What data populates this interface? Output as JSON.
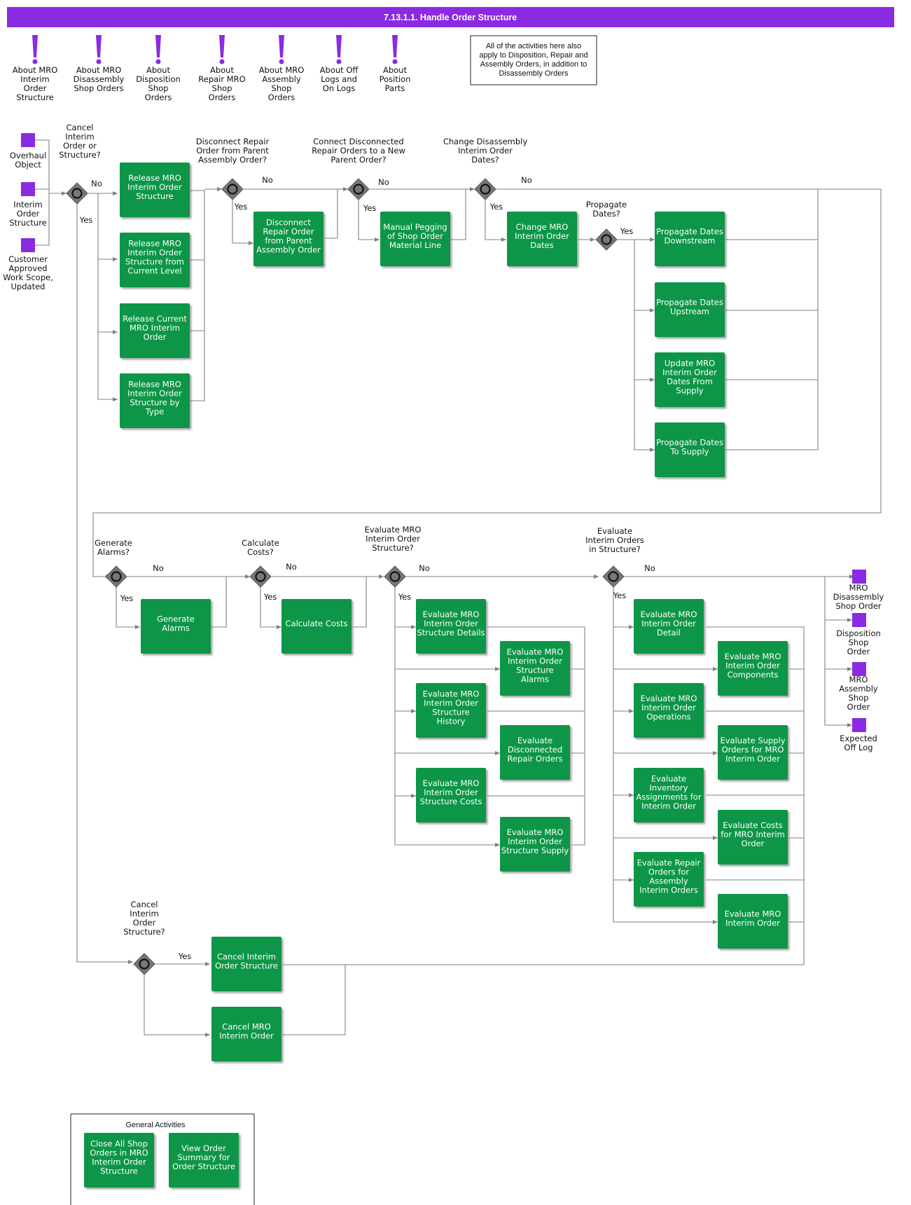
{
  "title": "7.13.1.1. Handle Order Structure",
  "colors": {
    "header": "#8a2be2",
    "activity": "#079646",
    "event": "#8a2be2",
    "gateway": "#777777",
    "flow": "#808080"
  },
  "note": [
    "All of the activities here also",
    "apply to Disposition, Repair and",
    "Assembly Orders, in addition to",
    "Disassembly Orders"
  ],
  "about_links": [
    {
      "icon": "exclamation-icon",
      "lines": [
        "About MRO",
        "Interim",
        "Order",
        "Structure"
      ]
    },
    {
      "icon": "exclamation-icon",
      "lines": [
        "About MRO",
        "Disassembly",
        "Shop Orders"
      ]
    },
    {
      "icon": "exclamation-icon",
      "lines": [
        "About",
        "Disposition",
        "Shop",
        "Orders"
      ]
    },
    {
      "icon": "exclamation-icon",
      "lines": [
        "About",
        "Repair MRO",
        "Shop",
        "Orders"
      ]
    },
    {
      "icon": "exclamation-icon",
      "lines": [
        "About MRO",
        "Assembly",
        "Shop",
        "Orders"
      ]
    },
    {
      "icon": "exclamation-icon",
      "lines": [
        "About Off",
        "Logs and",
        "On Logs"
      ]
    },
    {
      "icon": "exclamation-icon",
      "lines": [
        "About",
        "Position",
        "Parts"
      ]
    }
  ],
  "start_events": [
    {
      "lines": [
        "Overhaul",
        "Object"
      ]
    },
    {
      "lines": [
        "Interim",
        "Order",
        "Structure"
      ]
    },
    {
      "lines": [
        "Customer",
        "Approved",
        "Work Scope,",
        "Updated"
      ]
    }
  ],
  "end_events": [
    {
      "lines": [
        "MRO",
        "Disassembly",
        "Shop Order"
      ]
    },
    {
      "lines": [
        "Disposition",
        "Shop",
        "Order"
      ]
    },
    {
      "lines": [
        "MRO",
        "Assembly",
        "Shop",
        "Order"
      ]
    },
    {
      "lines": [
        "Expected",
        "Off Log"
      ]
    }
  ],
  "gateways": {
    "cancel_top": {
      "lines": [
        "Cancel",
        "Interim",
        "Order or",
        "Structure?"
      ],
      "yes": "Yes",
      "no": "No"
    },
    "disconnect": {
      "lines": [
        "Disconnect Repair",
        "Order from Parent",
        "Assembly Order?"
      ],
      "yes": "Yes",
      "no": "No"
    },
    "connect": {
      "lines": [
        "Connect Disconnected",
        "Repair Orders to a New",
        "Parent Order?"
      ],
      "yes": "Yes",
      "no": "No"
    },
    "change_dates": {
      "lines": [
        "Change Disassembly",
        "Interim Order",
        "Dates?"
      ],
      "yes": "Yes",
      "no": "No"
    },
    "propagate": {
      "lines": [
        "Propagate",
        "Dates?"
      ],
      "yes": "Yes"
    },
    "alarms": {
      "lines": [
        "Generate",
        "Alarms?"
      ],
      "yes": "Yes",
      "no": "No"
    },
    "costs": {
      "lines": [
        "Calculate",
        "Costs?"
      ],
      "yes": "Yes",
      "no": "No"
    },
    "eval_structure": {
      "lines": [
        "Evaluate MRO",
        "Interim Order",
        "Structure?"
      ],
      "yes": "Yes",
      "no": "No"
    },
    "eval_orders": {
      "lines": [
        "Evaluate",
        "Interim Orders",
        "in Structure?"
      ],
      "yes": "Yes",
      "no": "No"
    },
    "cancel_bottom": {
      "lines": [
        "Cancel",
        "Interim",
        "Order",
        "Structure?"
      ],
      "yes": "Yes"
    }
  },
  "activities": {
    "release_structure": [
      "Release MRO",
      "Interim Order",
      "Structure"
    ],
    "release_from_current": [
      "Release MRO",
      "Interim Order",
      "Structure from",
      "Current Level"
    ],
    "release_current": [
      "Release Current",
      "MRO Interim",
      "Order"
    ],
    "release_by_type": [
      "Release MRO",
      "Interim Order",
      "Structure by",
      "Type"
    ],
    "disconnect_repair": [
      "Disconnect",
      "Repair Order",
      "from Parent",
      "Assembly Order"
    ],
    "manual_pegging": [
      "Manual Pegging",
      "of Shop Order",
      "Material Line"
    ],
    "change_dates": [
      "Change MRO",
      "Interim Order",
      "Dates"
    ],
    "prop_downstream": [
      "Propagate Dates",
      "Downstream"
    ],
    "prop_upstream": [
      "Propagate Dates",
      "Upstream"
    ],
    "update_dates_supply": [
      "Update MRO",
      "Interim Order",
      "Dates From",
      "Supply"
    ],
    "prop_to_supply": [
      "Propagate Dates",
      "To Supply"
    ],
    "generate_alarms": [
      "Generate",
      "Alarms"
    ],
    "calculate_costs": [
      "Calculate Costs"
    ],
    "eval_struct_details": [
      "Evaluate MRO",
      "Interim Order",
      "Structure Details"
    ],
    "eval_struct_alarms": [
      "Evaluate MRO",
      "Interim Order",
      "Structure",
      "Alarms"
    ],
    "eval_struct_history": [
      "Evaluate MRO",
      "Interim Order",
      "Structure",
      "History"
    ],
    "eval_disconnected": [
      "Evaluate",
      "Disconnected",
      "Repair Orders"
    ],
    "eval_struct_costs": [
      "Evaluate MRO",
      "Interim Order",
      "Structure Costs"
    ],
    "eval_struct_supply": [
      "Evaluate MRO",
      "Interim Order",
      "Structure Supply"
    ],
    "eval_order_detail": [
      "Evaluate MRO",
      "Interim Order",
      "Detail"
    ],
    "eval_order_components": [
      "Evaluate MRO",
      "Interim Order",
      "Components"
    ],
    "eval_order_operations": [
      "Evaluate MRO",
      "Interim Order",
      "Operations"
    ],
    "eval_supply_orders": [
      "Evaluate Supply",
      "Orders for MRO",
      "Interim Order"
    ],
    "eval_inventory": [
      "Evaluate",
      "Inventory",
      "Assignments for",
      "Interim Order"
    ],
    "eval_costs_order": [
      "Evaluate Costs",
      "for MRO Interim",
      "Order"
    ],
    "eval_repair_orders": [
      "Evaluate Repair",
      "Orders for",
      "Assembly",
      "Interim Orders"
    ],
    "eval_order": [
      "Evaluate MRO",
      "Interim Order"
    ],
    "cancel_structure": [
      "Cancel Interim",
      "Order Structure"
    ],
    "cancel_order": [
      "Cancel MRO",
      "Interim Order"
    ],
    "close_all": [
      "Close All Shop",
      "Orders in MRO",
      "Interim Order",
      "Structure"
    ],
    "view_summary": [
      "View Order",
      "Summary for",
      "Order Structure"
    ]
  },
  "general_activities_label": "General Activities"
}
